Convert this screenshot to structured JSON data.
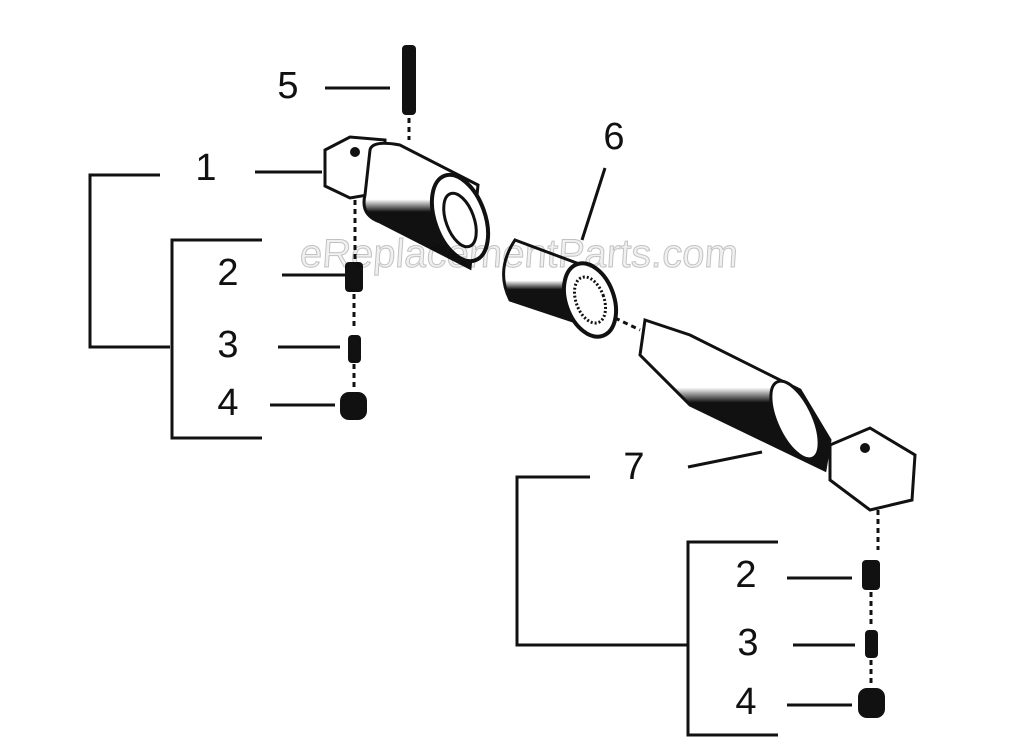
{
  "callouts": {
    "c1": "1",
    "c2a": "2",
    "c3a": "3",
    "c4a": "4",
    "c5": "5",
    "c6": "6",
    "c7": "7",
    "c2b": "2",
    "c3b": "3",
    "c4b": "4"
  },
  "watermark": "eReplacementParts.com",
  "colors": {
    "ink": "#111111",
    "background": "#ffffff"
  }
}
